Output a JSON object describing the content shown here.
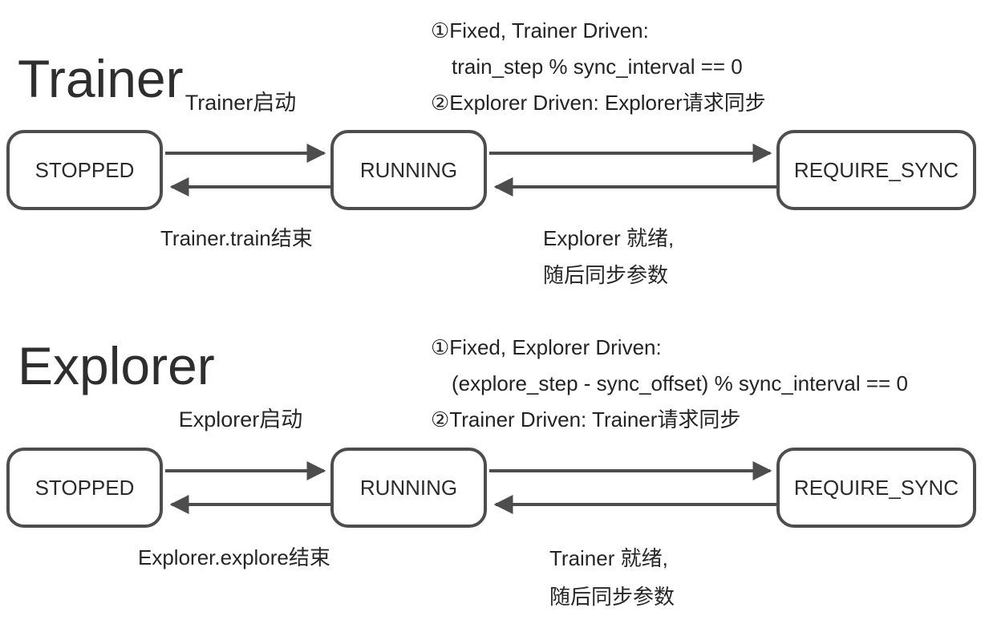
{
  "colors": {
    "stroke": "#4d4d4d",
    "box_fill": "#ffffff",
    "text": "#262626"
  },
  "trainer": {
    "title": "Trainer",
    "start_label": "Trainer启动",
    "annotations": {
      "line1": "①Fixed, Trainer Driven:",
      "line2": "train_step % sync_interval == 0",
      "line3": "②Explorer Driven: Explorer请求同步"
    },
    "states": {
      "stopped": "STOPPED",
      "running": "RUNNING",
      "require_sync": "REQUIRE_SYNC"
    },
    "stop_label": "Trainer.train结束",
    "sync_label": {
      "line1": "Explorer 就绪,",
      "line2": "随后同步参数"
    }
  },
  "explorer": {
    "title": "Explorer",
    "start_label": "Explorer启动",
    "annotations": {
      "line1": "①Fixed, Explorer Driven:",
      "line2": "(explore_step - sync_offset) % sync_interval == 0",
      "line3": "②Trainer Driven: Trainer请求同步"
    },
    "states": {
      "stopped": "STOPPED",
      "running": "RUNNING",
      "require_sync": "REQUIRE_SYNC"
    },
    "stop_label": "Explorer.explore结束",
    "sync_label": {
      "line1": "Trainer 就绪,",
      "line2": "随后同步参数"
    }
  }
}
